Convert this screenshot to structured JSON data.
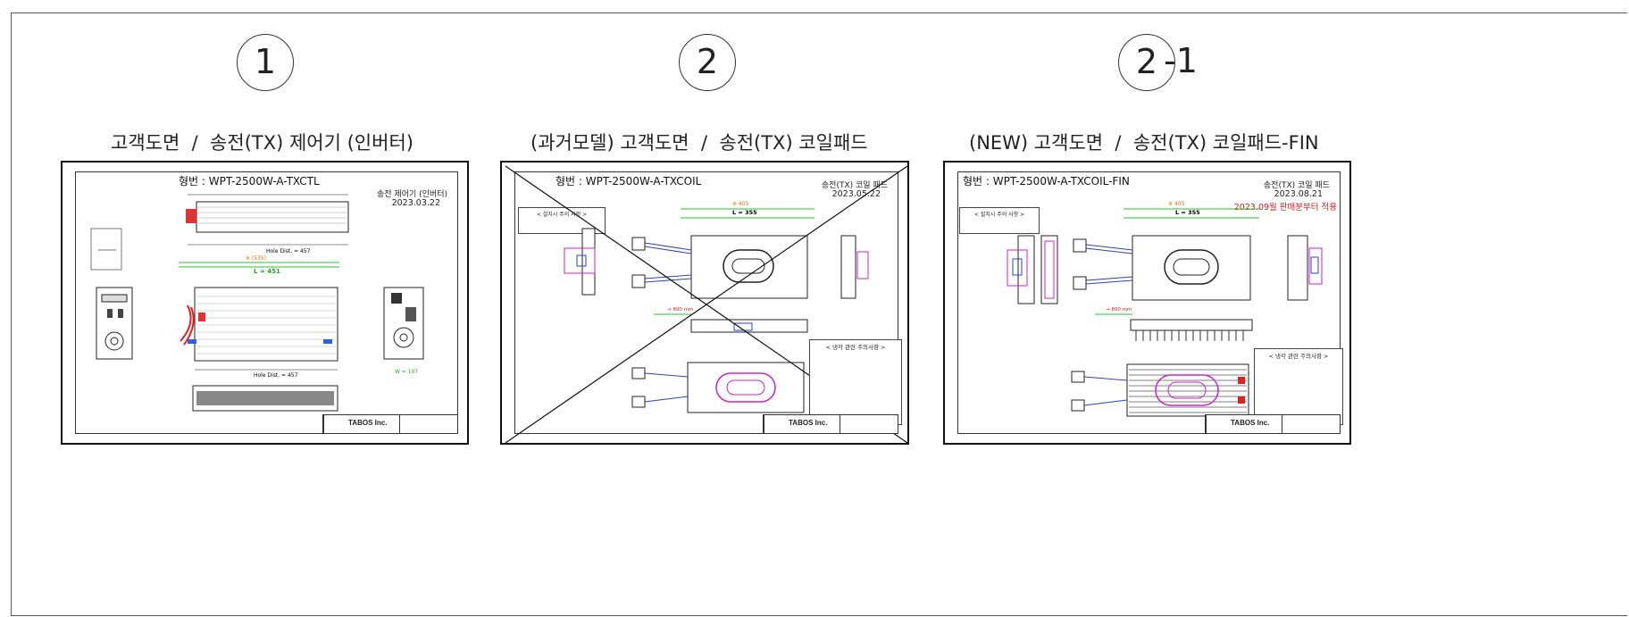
{
  "panels": [
    {
      "number": "1",
      "number_suffix": "",
      "caption": "고객도면  /  송전(TX) 제어기 (인버터)",
      "sheet": {
        "model": "형번 : WPT-2500W-A-TXCTL",
        "right_title": "송전 제어기 (인버터)",
        "right_date": "2023.03.22",
        "dimension_l": "L = 451",
        "note_title": "",
        "company": "TABOS Inc."
      }
    },
    {
      "number": "2",
      "number_suffix": "",
      "caption": "(과거모델) 고객도면  /  송전(TX) 코일패드",
      "sheet": {
        "model": "형번 : WPT-2500W-A-TXCOIL",
        "right_title": "송전(TX) 코일 패드",
        "right_date": "2023.05.22",
        "dimension_l": "L = 355",
        "note_title": "< 냉각 관련  주의사항 >",
        "install_note": "< 설치시 주의 사항 >",
        "company": "TABOS Inc.",
        "crossed_out": true
      }
    },
    {
      "number": "2",
      "number_suffix": "-1",
      "caption": "(NEW) 고객도면  /  송전(TX) 코일패드-FIN",
      "sheet": {
        "model": "형번 : WPT-2500W-A-TXCOIL-FIN",
        "right_title": "송전(TX) 코일 패드",
        "right_date": "2023.08.21",
        "right_notice": "2023.09월 판매분부터 적용",
        "dimension_l": "L = 355",
        "note_title": "< 냉각 관련  주의사항 >",
        "install_note": "< 설치시 주의 사항 >",
        "company": "TABOS Inc."
      }
    }
  ],
  "colors": {
    "frame": "#555555",
    "accent_red": "#d42020",
    "dim_green": "#22cc22",
    "magenta": "#d020d0",
    "blue": "#2040e0"
  }
}
